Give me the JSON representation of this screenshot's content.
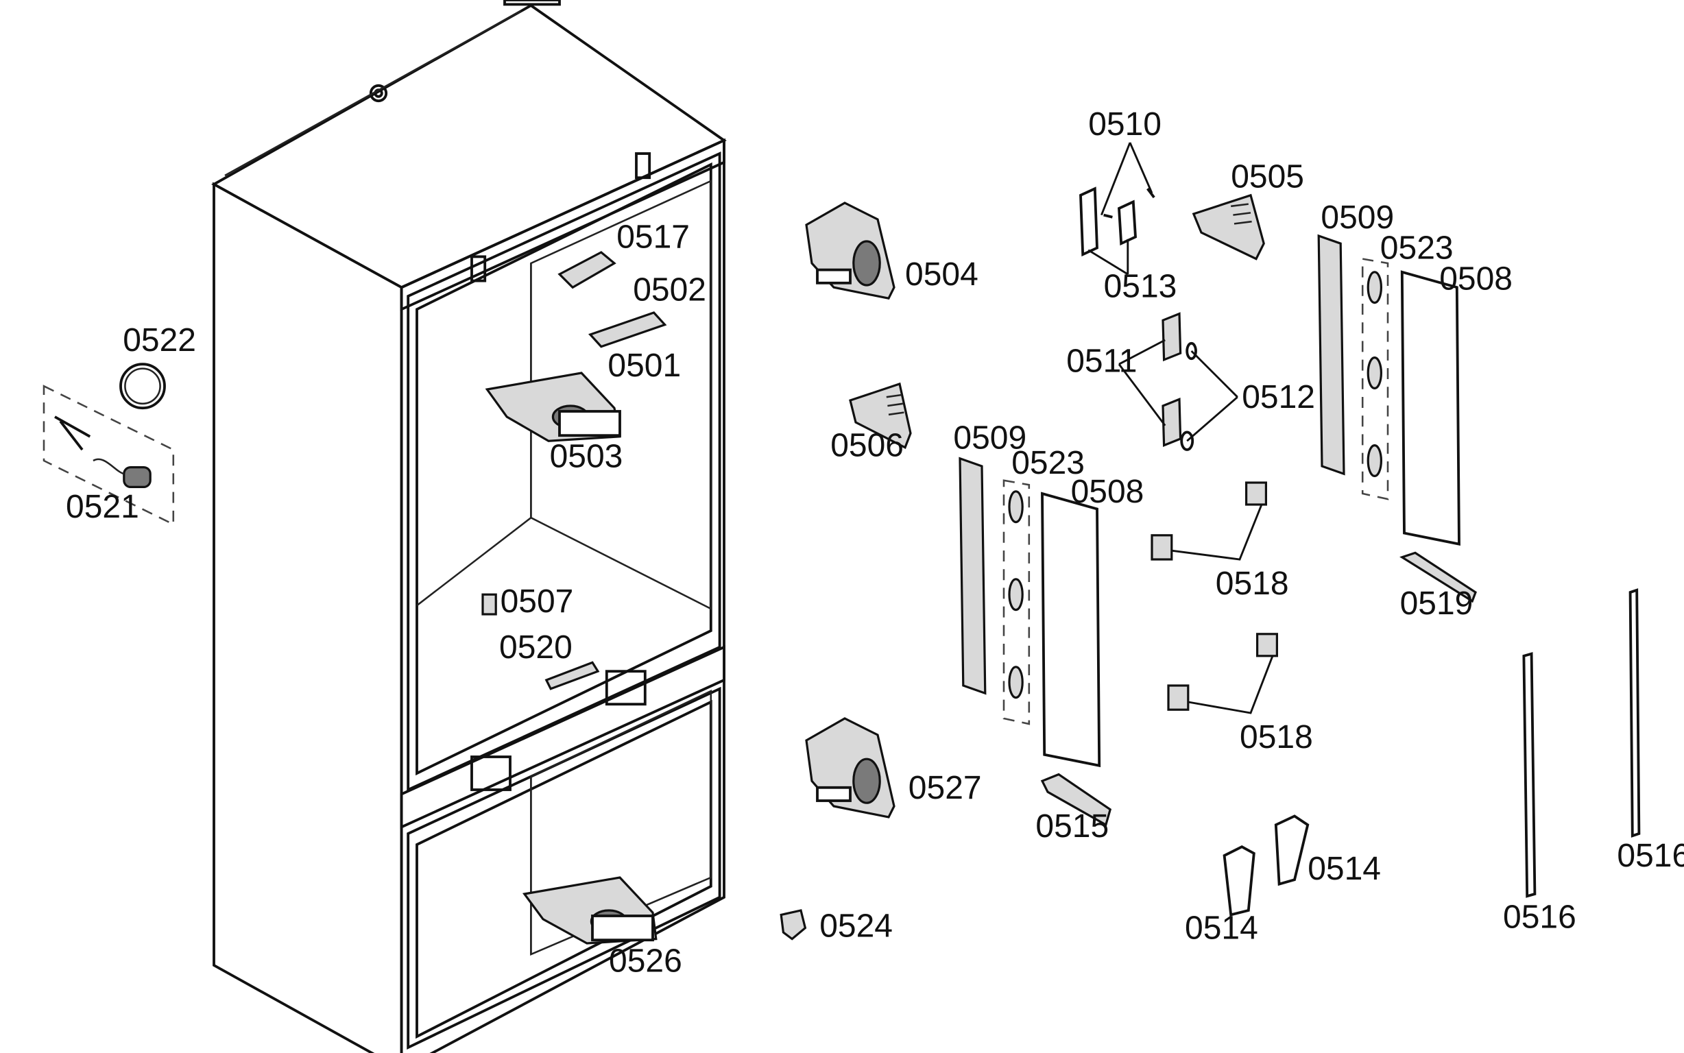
{
  "labels": {
    "p0501": "0501",
    "p0502": "0502",
    "p0503": "0503",
    "p0504": "0504",
    "p0505": "0505",
    "p0506": "0506",
    "p0507": "0507",
    "p0508": "0508",
    "p0509": "0509",
    "p0510": "0510",
    "p0511": "0511",
    "p0512": "0512",
    "p0513": "0513",
    "p0514": "0514",
    "p0515": "0515",
    "p0516": "0516",
    "p0517": "0517",
    "p0518": "0518",
    "p0519": "0519",
    "p0520": "0520",
    "p0521": "0521",
    "p0522": "0522",
    "p0523": "0523",
    "p0524": "0524",
    "p0526": "0526",
    "p0527": "0527"
  }
}
